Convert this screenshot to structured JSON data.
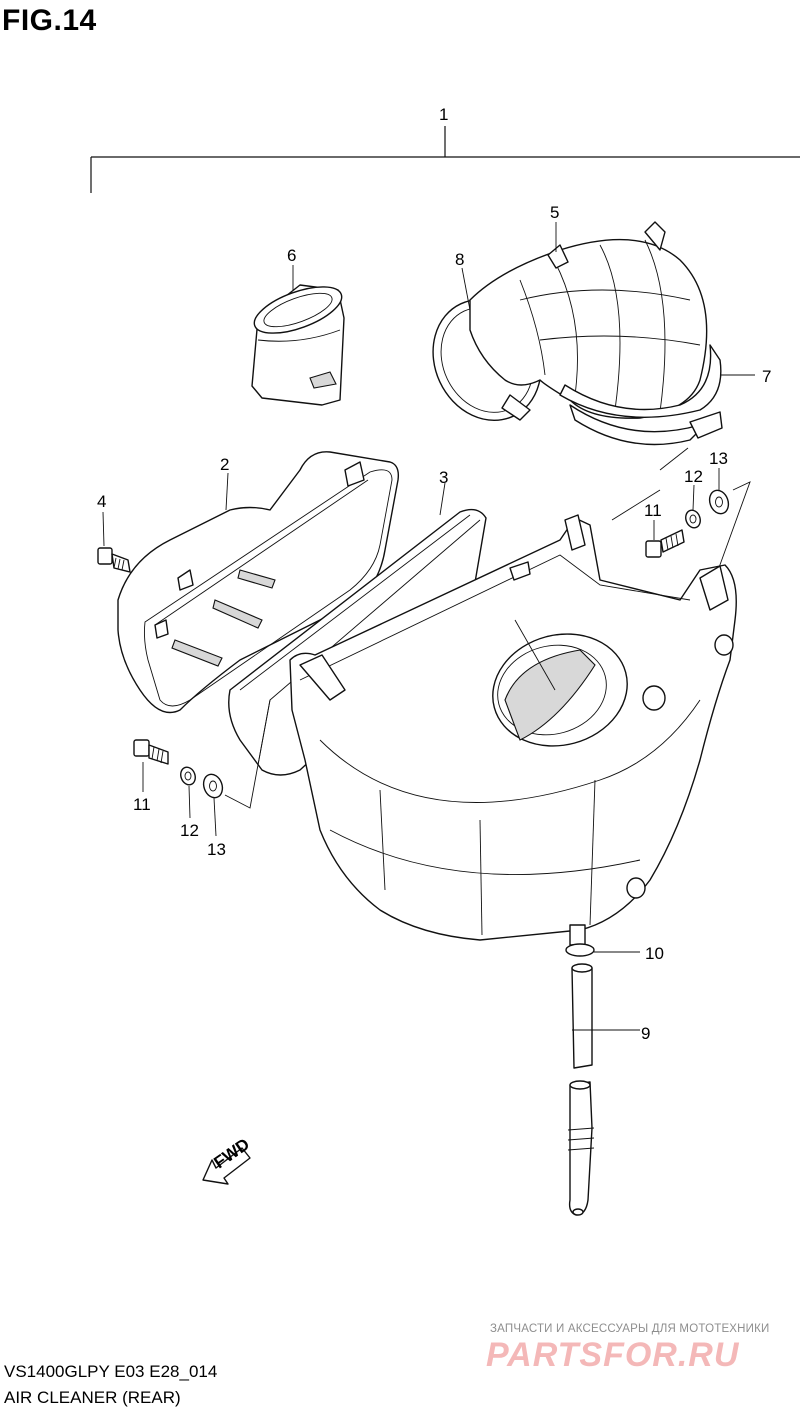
{
  "figure": {
    "title": "FIG.14"
  },
  "callouts": {
    "c1": "1",
    "c2": "2",
    "c3": "3",
    "c4": "4",
    "c5": "5",
    "c6": "6",
    "c7": "7",
    "c8": "8",
    "c9": "9",
    "c10": "10",
    "c11a": "11",
    "c11b": "11",
    "c12a": "12",
    "c12b": "12",
    "c13a": "13",
    "c13b": "13"
  },
  "direction_marker": "FWD",
  "footer": {
    "model": "VS1400GLPY E03 E28_014",
    "name": "AIR CLEANER (REAR)"
  },
  "watermark": {
    "tagline": "ЗАПЧАСТИ И АКСЕССУАРЫ ДЛЯ МОТОТЕХНИКИ",
    "brand": "PARTSFOR.RU"
  }
}
